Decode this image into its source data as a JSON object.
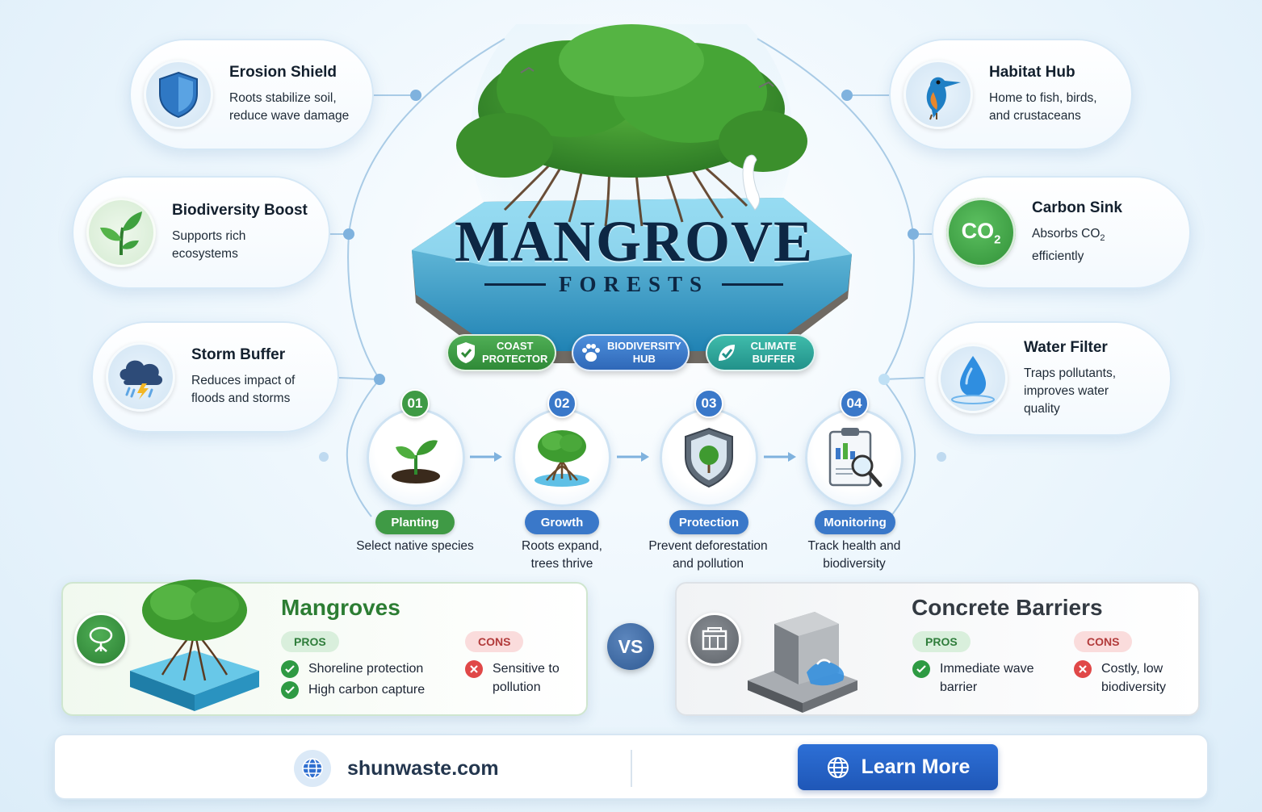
{
  "title": {
    "main": "MANGROVE",
    "sub": "FORESTS"
  },
  "benefits_left": [
    {
      "icon": "shield-icon",
      "title": "Erosion Shield",
      "line1": "Roots stabilize soil,",
      "line2": "reduce wave damage"
    },
    {
      "icon": "sprout-icon",
      "title": "Biodiversity Boost",
      "line1": "Supports rich",
      "line2": "ecosystems"
    },
    {
      "icon": "storm-cloud-icon",
      "title": "Storm Buffer",
      "line1": "Reduces impact of",
      "line2": "floods and storms"
    }
  ],
  "benefits_right": [
    {
      "icon": "kingfisher-icon",
      "title": "Habitat Hub",
      "line1": "Home to fish, birds,",
      "line2": "and crustaceans"
    },
    {
      "icon": "co2-icon",
      "icon_text": "CO",
      "icon_sub": "2",
      "title": "Carbon Sink",
      "line1": "Absorbs CO",
      "line1_sub": "2",
      "line2": "efficiently"
    },
    {
      "icon": "water-drop-icon",
      "title": "Water Filter",
      "line1": "Traps pollutants,",
      "line2": "improves water",
      "line3": "quality"
    }
  ],
  "tags": [
    {
      "icon": "shield-check-icon",
      "line1": "COAST",
      "line2": "PROTECTOR",
      "color": "#3f9a45"
    },
    {
      "icon": "paw-icon",
      "line1": "BIODIVERSITY",
      "line2": "HUB",
      "color": "#3a78c9"
    },
    {
      "icon": "leaf-check-icon",
      "line1": "CLIMATE",
      "line2": "BUFFER",
      "color": "#2fa89a"
    }
  ],
  "steps": [
    {
      "num": "01",
      "label": "Planting",
      "desc1": "Select native species",
      "desc2": "",
      "color": "#3f9a45",
      "icon": "seedling-icon"
    },
    {
      "num": "02",
      "label": "Growth",
      "desc1": "Roots expand,",
      "desc2": "trees thrive",
      "color": "#3a78c9",
      "icon": "mangrove-tree-icon"
    },
    {
      "num": "03",
      "label": "Protection",
      "desc1": "Prevent deforestation",
      "desc2": "and pollution",
      "color": "#3a78c9",
      "icon": "tree-shield-icon"
    },
    {
      "num": "04",
      "label": "Monitoring",
      "desc1": "Track health and",
      "desc2": "biodiversity",
      "color": "#3a78c9",
      "icon": "clipboard-magnifier-icon"
    }
  ],
  "comparison": {
    "left": {
      "title": "Mangroves",
      "pros_label": "PROS",
      "cons_label": "CONS",
      "pros": [
        "Shoreline protection",
        "High carbon capture"
      ],
      "cons_line1": "Sensitive to",
      "cons_line2": "pollution"
    },
    "vs": "VS",
    "right": {
      "title": "Concrete Barriers",
      "pros_label": "PROS",
      "cons_label": "CONS",
      "pros_line1": "Immediate wave",
      "pros_line2": "barrier",
      "cons_line1": "Costly, low",
      "cons_line2": "biodiversity"
    }
  },
  "footer": {
    "site": "shunwaste.com",
    "button": "Learn More"
  },
  "colors": {
    "green": "#3f9a45",
    "blue": "#3a78c9",
    "navy": "#0d2744",
    "button": "#2566cc"
  }
}
